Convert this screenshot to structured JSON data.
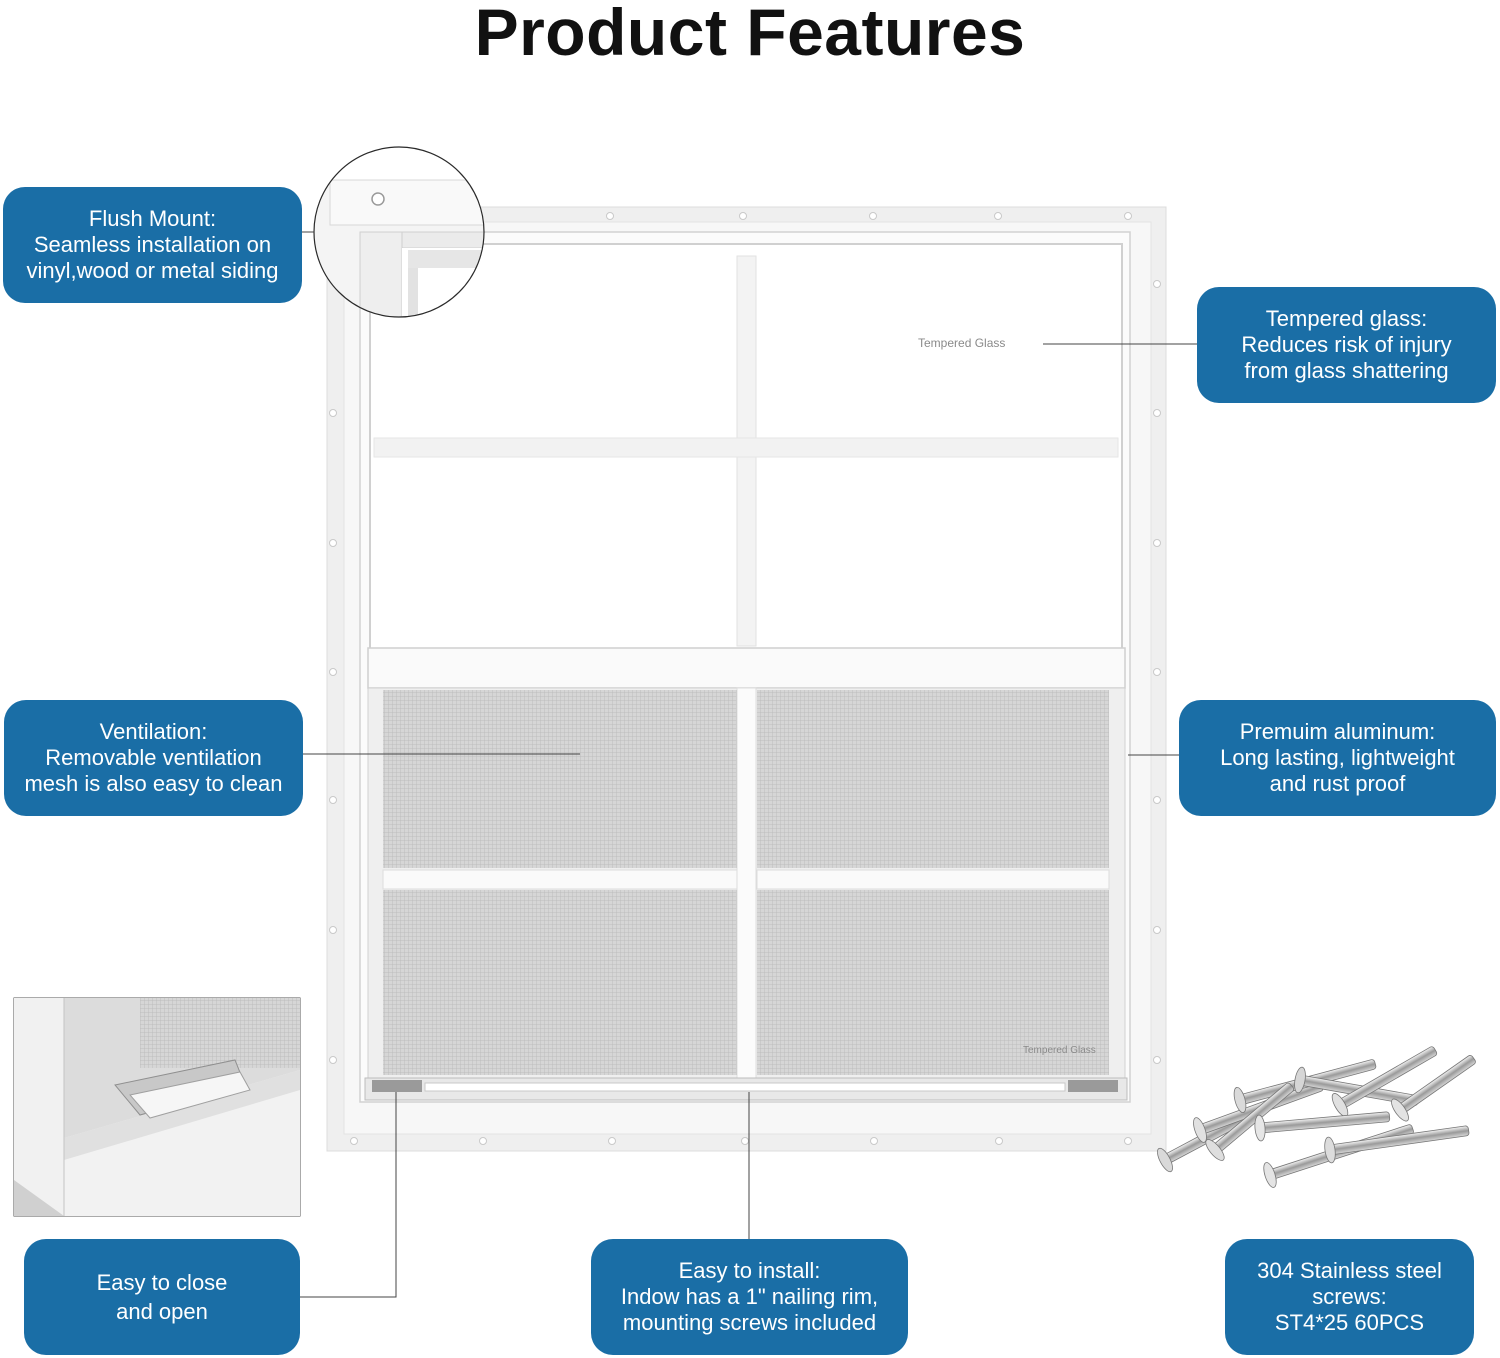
{
  "title": "Product Features",
  "callouts": {
    "flush_mount": [
      "Flush Mount:",
      "Seamless installation on",
      "vinyl,wood or metal siding"
    ],
    "tempered_glass": [
      "Tempered glass:",
      "Reduces risk of injury",
      "from glass shattering"
    ],
    "ventilation": [
      "Ventilation:",
      "Removable ventilation",
      "mesh is also easy to clean"
    ],
    "aluminum": [
      "Premuim aluminum:",
      "Long lasting, lightweight",
      "and rust proof"
    ],
    "close_open": [
      "Easy to close",
      "and open"
    ],
    "install": [
      "Easy to install:",
      "Indow has a 1\" nailing rim,",
      "mounting screws included"
    ],
    "screws": [
      "304 Stainless steel",
      "screws:",
      "ST4*25 60PCS"
    ]
  },
  "glass_labels": {
    "upper": "Tempered Glass",
    "lower": "Tempered Glass"
  },
  "colors": {
    "callout_bg": "#1a6ea6",
    "frame": "#f2f2f2",
    "mesh": "#cfcfcf"
  },
  "icons": {
    "window": "window-illustration",
    "screws": "screws-pile-image",
    "detail": "latch-detail-image",
    "magnifier": "corner-magnifier"
  }
}
